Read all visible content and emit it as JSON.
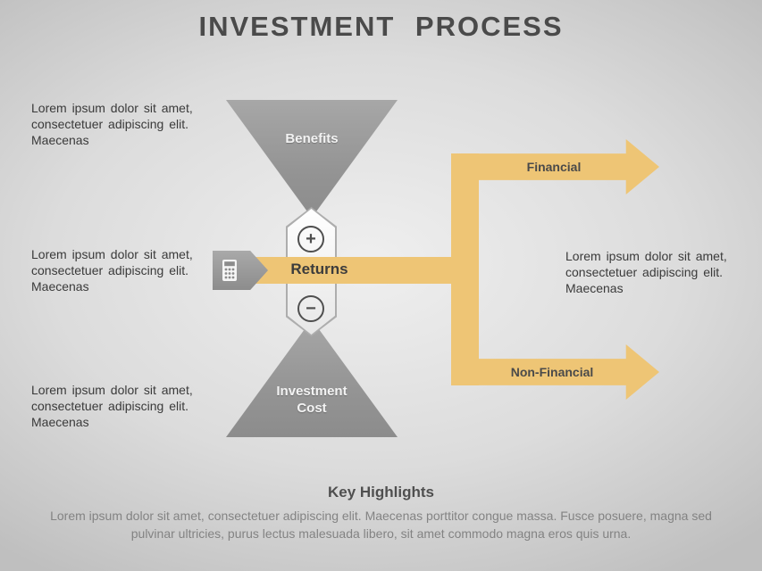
{
  "slide": {
    "title": "INVESTMENT PROCESS"
  },
  "hourglass": {
    "top_triangle_label": "Benefits",
    "bottom_triangle_label": "Investment Cost",
    "center_label": "Returns",
    "plus_symbol": "+",
    "minus_symbol": "−"
  },
  "arrows": {
    "top_label": "Financial",
    "bottom_label": "Non-Financial"
  },
  "icons": {
    "calculator": "calculator-icon",
    "plus": "plus-circle-icon",
    "minus": "minus-circle-icon"
  },
  "notes": {
    "left_top": "Lorem ipsum dolor sit amet, consectetuer adipiscing elit. Maecenas",
    "left_middle": "Lorem ipsum dolor sit amet, consectetuer adipiscing elit. Maecenas",
    "left_bottom": "Lorem ipsum dolor sit amet, consectetuer adipiscing elit. Maecenas",
    "right_middle": "Lorem ipsum dolor sit amet, consectetuer adipiscing elit. Maecenas"
  },
  "footer": {
    "heading": "Key Highlights",
    "body": "Lorem ipsum dolor sit amet, consectetuer adipiscing elit. Maecenas porttitor congue massa. Fusce posuere, magna sed pulvinar ultricies, purus lectus malesuada libero, sit amet commodo magna eros quis urna."
  },
  "colors": {
    "accent_gold": "#EEC575",
    "shape_gray": "#9A9A9A",
    "text_dark": "#3A3A3A",
    "title_gray": "#4A4A4A"
  }
}
